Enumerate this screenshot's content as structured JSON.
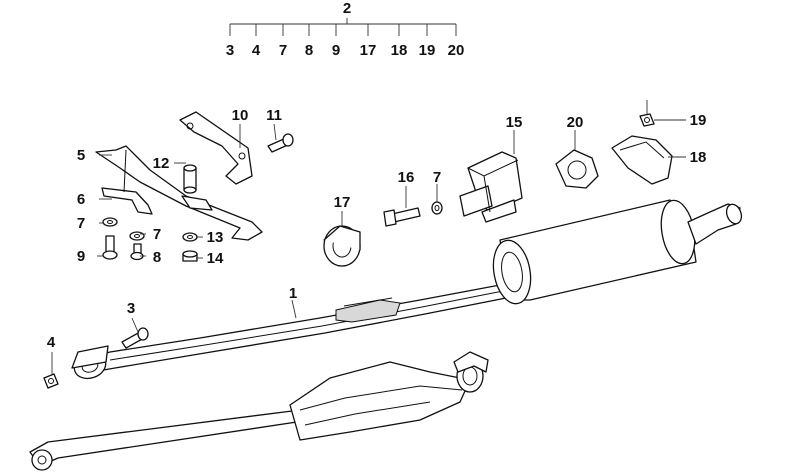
{
  "diagram": {
    "group_label": "2",
    "group_sub_labels": [
      "3",
      "4",
      "7",
      "8",
      "9",
      "17",
      "18",
      "19",
      "20"
    ],
    "part_labels": {
      "p1": "1",
      "p3": "3",
      "p4": "4",
      "p5": "5",
      "p6": "6",
      "p7a": "7",
      "p7b": "7",
      "p7c": "7",
      "p8": "8",
      "p9": "9",
      "p10": "10",
      "p11": "11",
      "p12": "12",
      "p13": "13",
      "p14": "14",
      "p15": "15",
      "p16": "16",
      "p17": "17",
      "p18": "18",
      "p19": "19",
      "p20": "20"
    }
  }
}
